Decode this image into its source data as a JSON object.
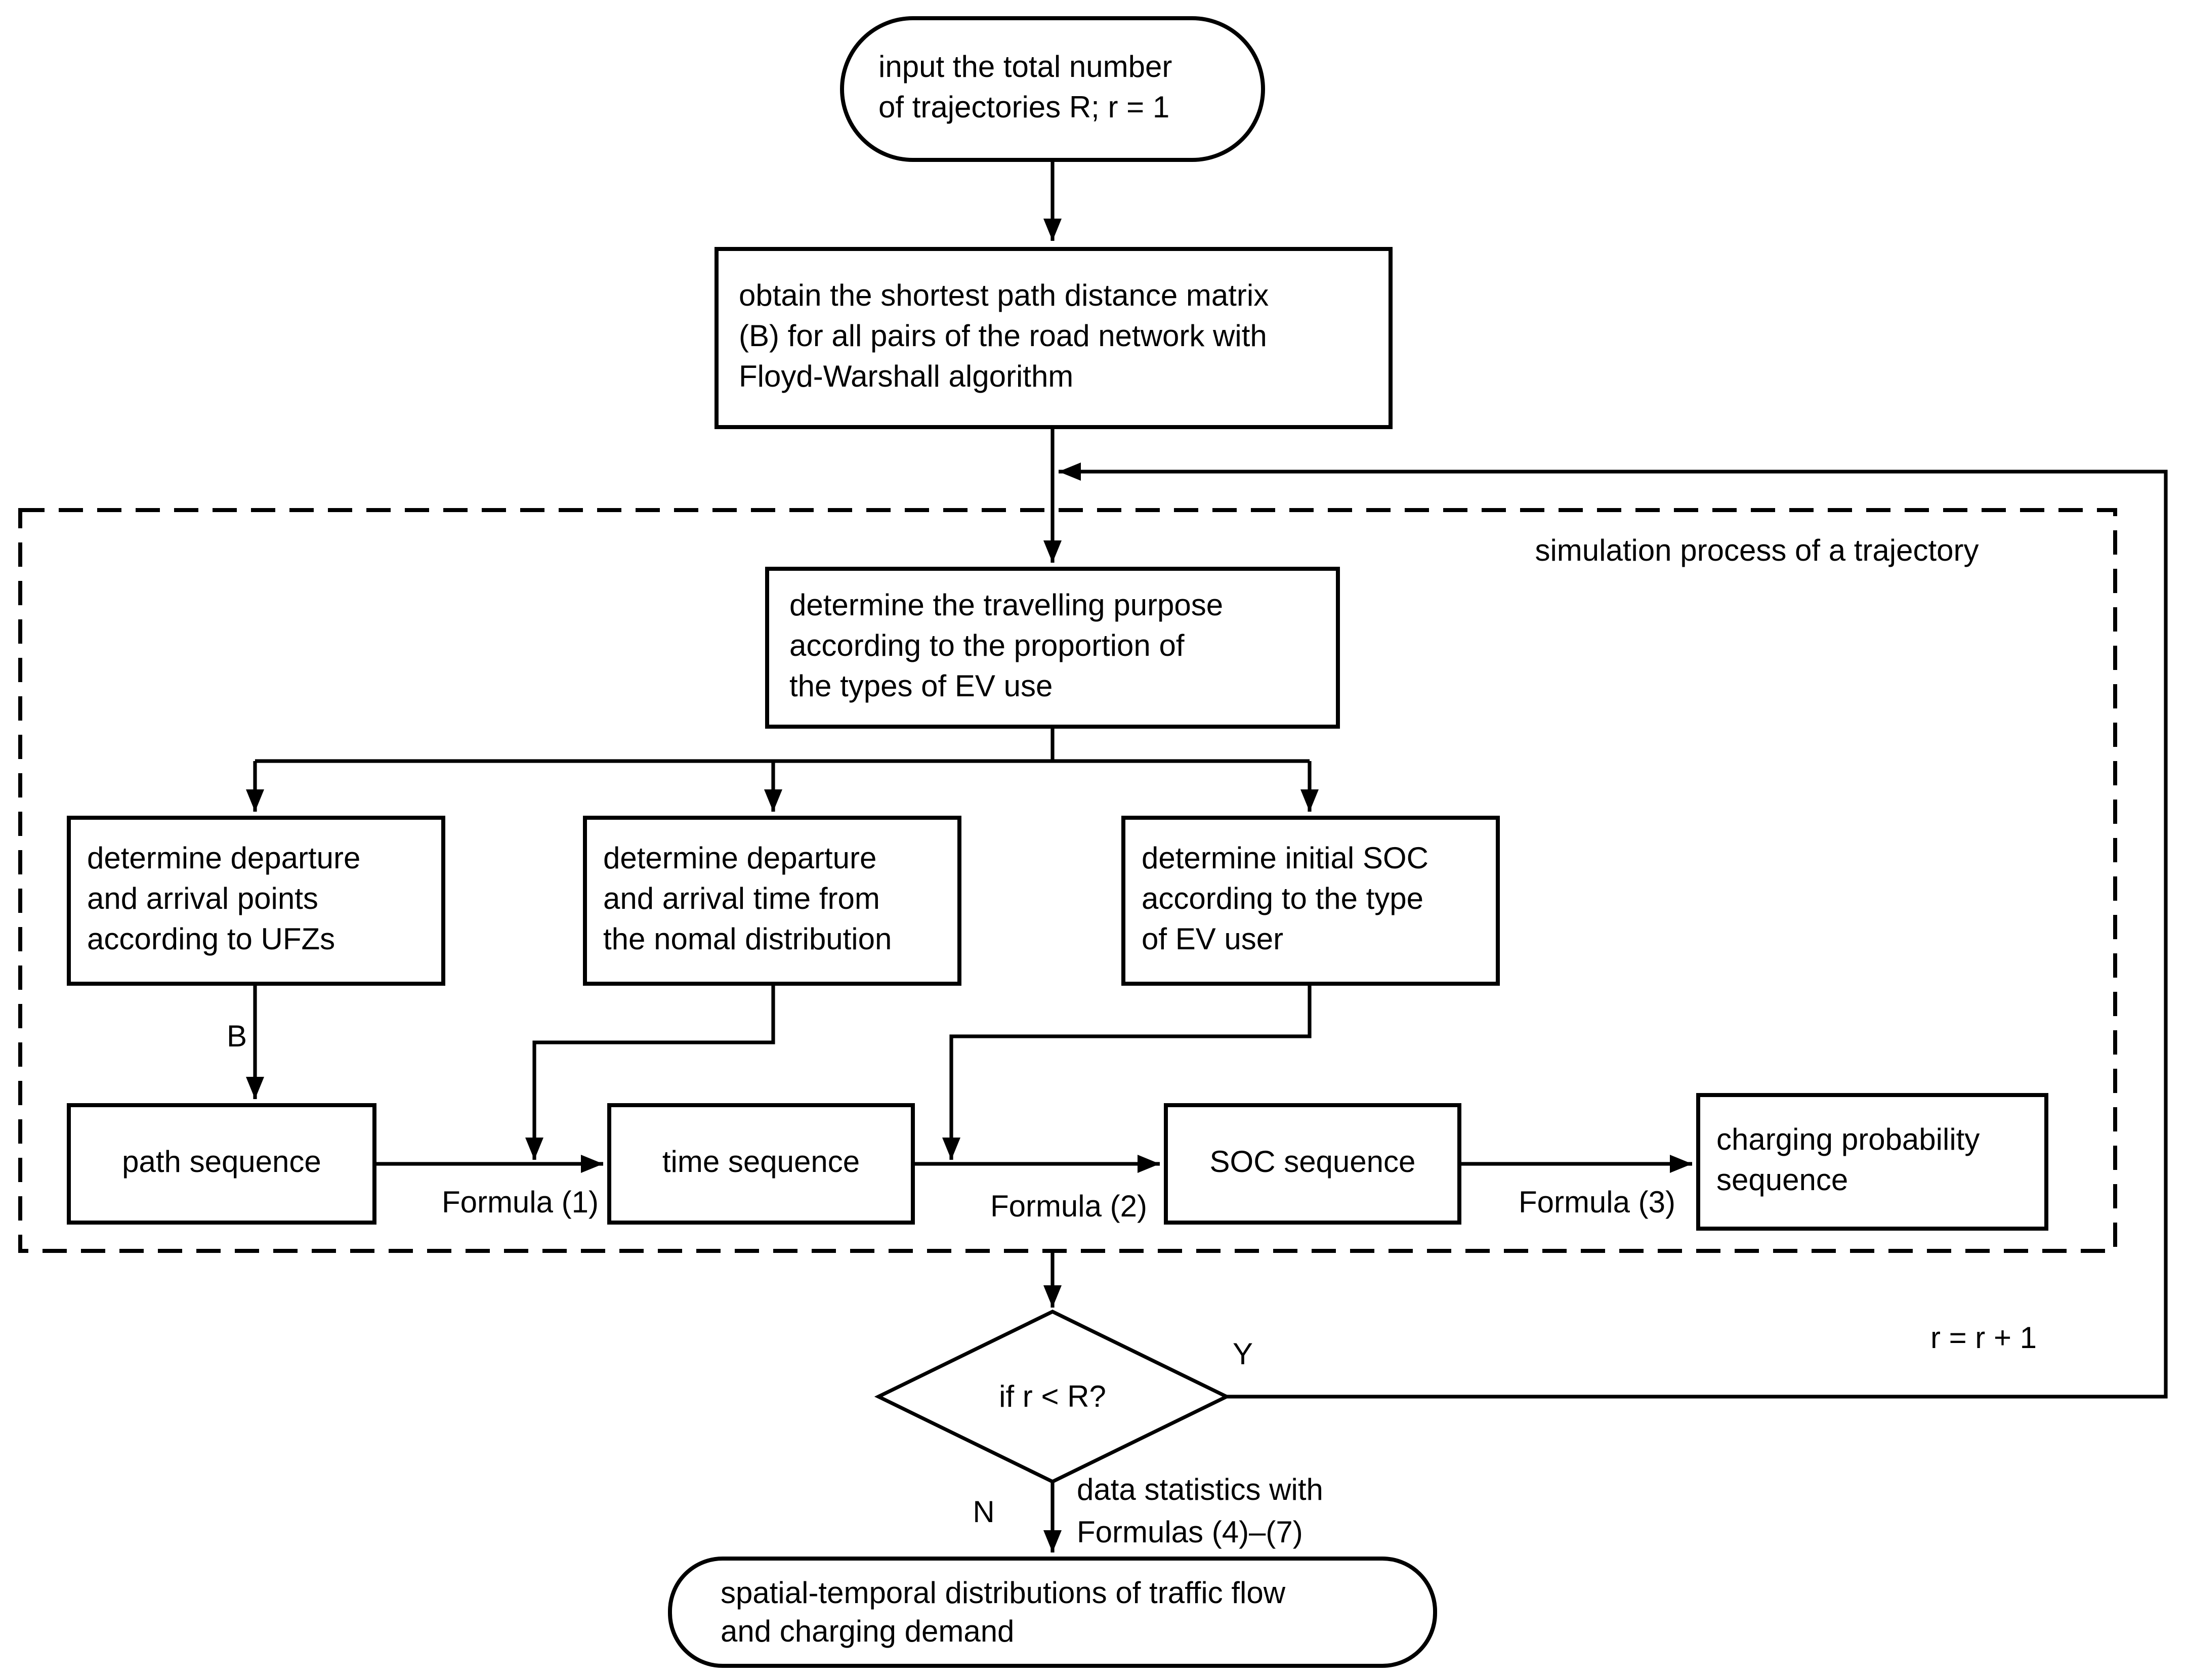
{
  "diagram": {
    "title": "EV trajectory simulation flowchart",
    "colors": {
      "stroke": "#000000",
      "background": "#ffffff"
    },
    "nodes": {
      "start": {
        "lines": [
          "input the total number",
          "of trajectories R; r = 1"
        ]
      },
      "floyd": {
        "lines": [
          "obtain the shortest path distance matrix",
          "(B) for all pairs of the road network with",
          "Floyd-Warshall algorithm"
        ]
      },
      "purpose": {
        "lines": [
          "determine the travelling purpose",
          "according to the proportion of",
          "the types of EV use"
        ]
      },
      "ufz": {
        "lines": [
          "determine departure",
          "and arrival points",
          "according to UFZs"
        ]
      },
      "time_dist": {
        "lines": [
          "determine departure",
          "and arrival time from",
          "the nomal distribution"
        ]
      },
      "init_soc": {
        "lines": [
          "determine initial SOC",
          "according to the type",
          "of EV user"
        ]
      },
      "path_seq": {
        "label": "path sequence"
      },
      "time_seq": {
        "label": "time sequence"
      },
      "soc_seq": {
        "label": "SOC sequence"
      },
      "charge_seq": {
        "lines": [
          "charging probability",
          "sequence"
        ]
      },
      "decision": {
        "label": "if r < R?"
      },
      "result": {
        "lines": [
          "spatial-temporal distributions of traffic flow",
          "and charging demand"
        ]
      }
    },
    "labels": {
      "container": "simulation process of a trajectory",
      "b": "B",
      "formula1": "Formula (1)",
      "formula2": "Formula (2)",
      "formula3": "Formula (3)",
      "yes": "Y",
      "no": "N",
      "increment": "r = r + 1",
      "stats_line1": "data statistics with",
      "stats_line2": "Formulas (4)–(7)"
    }
  }
}
